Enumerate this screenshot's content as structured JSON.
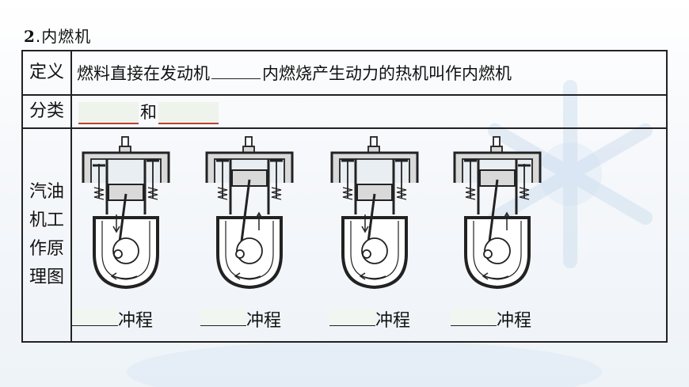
{
  "heading": {
    "number": "2",
    "text": ".内燃机"
  },
  "table": {
    "definition": {
      "label": "定义",
      "text_before": "燃料直接在发动机",
      "text_after": "内燃烧产生动力的热机叫作内燃机"
    },
    "classification": {
      "label": "分类",
      "joiner": "和"
    },
    "diagram": {
      "label_lines": [
        "汽油",
        "机工",
        "作原",
        "理图"
      ],
      "engines": [
        {
          "name": "intake",
          "stroke_suffix": "冲程",
          "intake_open": true,
          "exhaust_open": false,
          "piston_dir": "down",
          "spark": false
        },
        {
          "name": "compression",
          "stroke_suffix": "冲程",
          "intake_open": false,
          "exhaust_open": false,
          "piston_dir": "up",
          "spark": false
        },
        {
          "name": "power",
          "stroke_suffix": "冲程",
          "intake_open": false,
          "exhaust_open": false,
          "piston_dir": "down",
          "spark": true
        },
        {
          "name": "exhaust",
          "stroke_suffix": "冲程",
          "intake_open": false,
          "exhaust_open": true,
          "piston_dir": "up",
          "spark": false
        }
      ]
    }
  },
  "colors": {
    "line": "#222222",
    "cylinder_fill": "#d9d9d9",
    "gas_fill": "#e8eef2",
    "accent_red": "#c04030"
  }
}
